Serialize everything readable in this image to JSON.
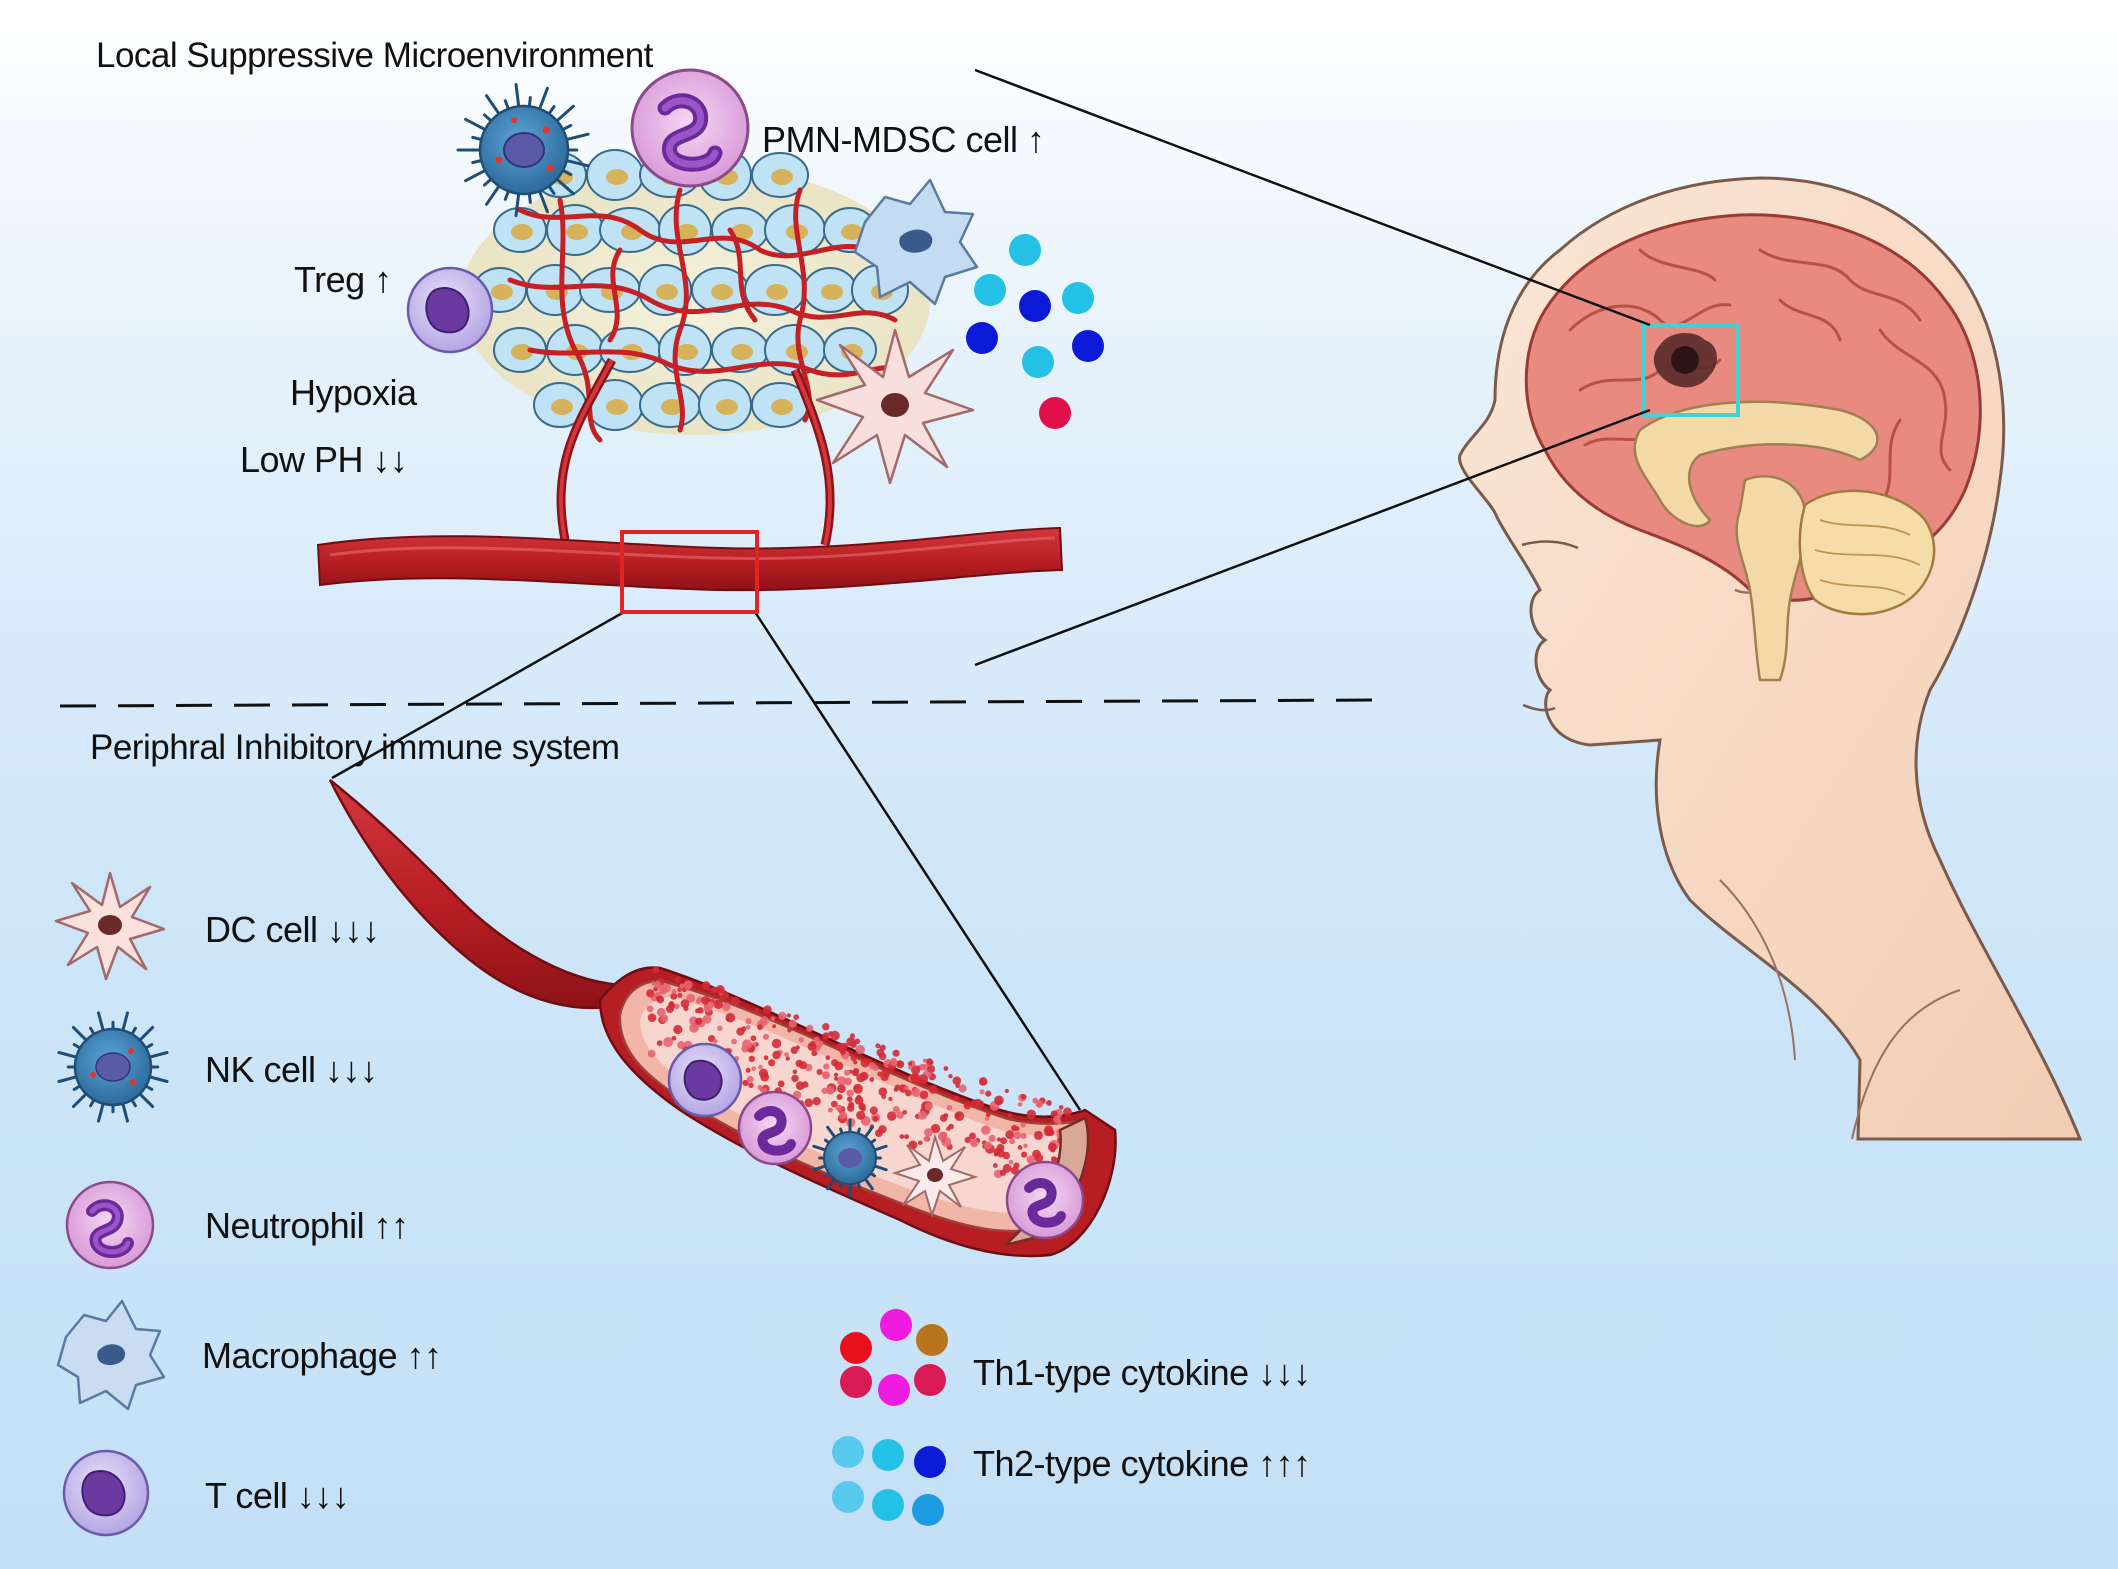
{
  "local": {
    "title": "Local Suppressive Microenvironment",
    "pmn_mdsc": "PMN-MDSC cell ↑",
    "treg": "Treg ↑",
    "hypoxia": "Hypoxia",
    "low_ph": "Low PH ↓↓"
  },
  "peripheral": {
    "title": "Periphral Inhibitory immune system",
    "legend": [
      {
        "label": "DC cell ↓↓↓",
        "icon": "dc-cell-icon"
      },
      {
        "label": "NK cell ↓↓↓",
        "icon": "nk-cell-icon"
      },
      {
        "label": "Neutrophil ↑↑",
        "icon": "neutrophil-icon"
      },
      {
        "label": "Macrophage ↑↑",
        "icon": "macrophage-icon"
      },
      {
        "label": "T cell ↓↓↓",
        "icon": "t-cell-icon"
      }
    ]
  },
  "cytokines": {
    "th1": "Th1-type cytokine ↓↓↓",
    "th2": "Th2-type cytokine ↑↑↑"
  },
  "colors": {
    "vessel": "#c0262b",
    "tumor_cell": "#bfe3f5",
    "nucleus": "#d6b25a",
    "highlight_box": "#3fd3d6",
    "zoom_box": "#e32424",
    "th1": [
      "#e8101d",
      "#ee1ce0",
      "#b8741d",
      "#d81a55",
      "#ee1ce0",
      "#d81a55"
    ],
    "th2": [
      "#58c9ee",
      "#23c1e6",
      "#0a1ad6",
      "#58c9ee",
      "#23c1e6",
      "#1d9be0"
    ]
  }
}
